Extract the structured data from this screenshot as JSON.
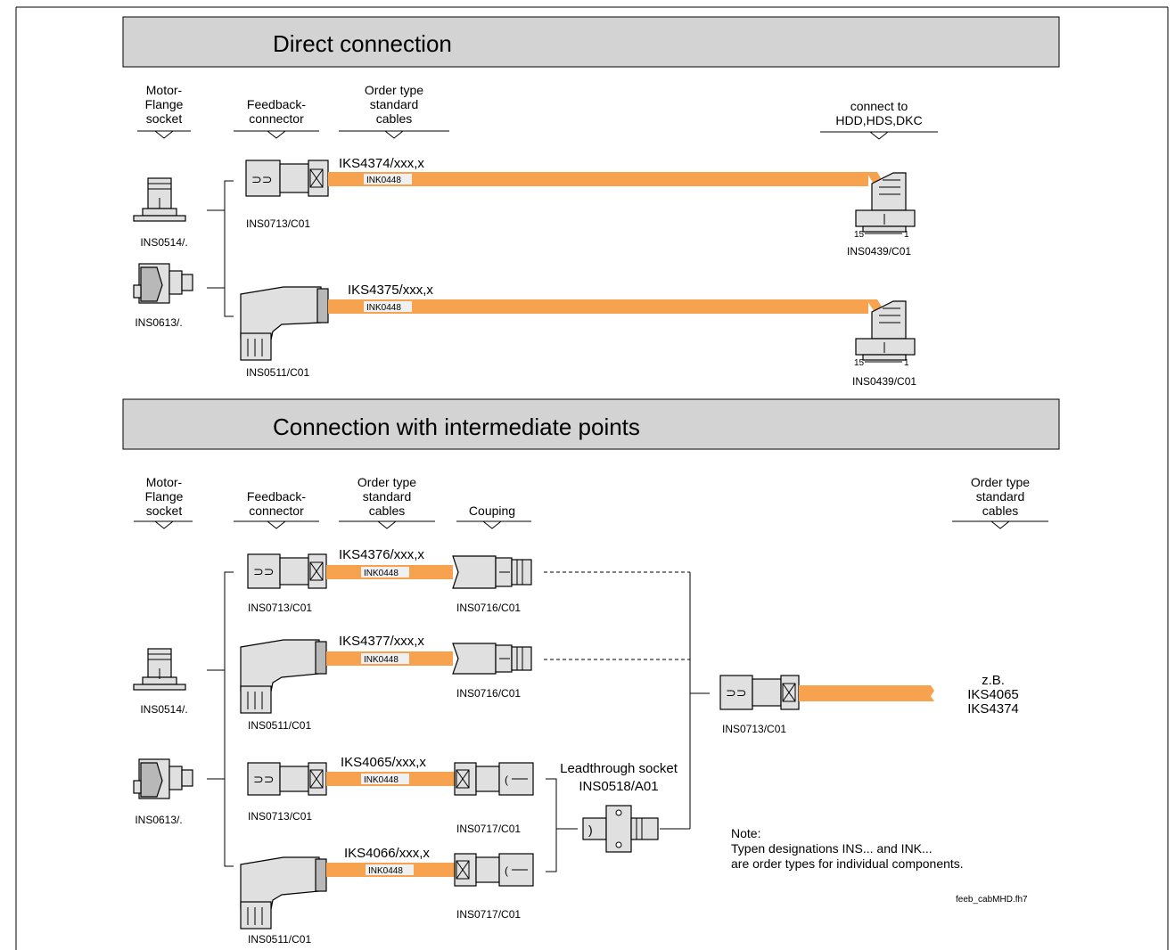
{
  "sections": {
    "direct_title": "Direct connection",
    "intermediate_title": "Connection with intermediate points"
  },
  "headers": {
    "motor_flange": [
      "Motor-",
      "Flange",
      "socket"
    ],
    "feedback": [
      "Feedback-",
      "connector"
    ],
    "order_type": [
      "Order type",
      "standard",
      "cables"
    ],
    "connect_to": [
      "connect to",
      "HDD,HDS,DKC"
    ],
    "couping": "Couping"
  },
  "direct": {
    "socket_straight": "INS0514/.",
    "socket_angled": "INS0613/.",
    "row1": {
      "cable": "IKS4374/xxx,x",
      "ink": "INK0448",
      "connector": "INS0713/C01",
      "end": "INS0439/C01"
    },
    "row2": {
      "cable": "IKS4375/xxx,x",
      "ink": "INK0448",
      "connector": "INS0511/C01",
      "end": "INS0439/C01"
    },
    "pin_left": "15",
    "pin_right": "1"
  },
  "intermediate": {
    "socket_straight": "INS0514/.",
    "socket_angled": "INS0613/.",
    "rows": [
      {
        "cable": "IKS4376/xxx,x",
        "ink": "INK0448",
        "connector": "INS0713/C01",
        "coupling": "INS0716/C01"
      },
      {
        "cable": "IKS4377/xxx,x",
        "ink": "INK0448",
        "connector": "INS0511/C01",
        "coupling": "INS0716/C01"
      },
      {
        "cable": "IKS4065/xxx,x",
        "ink": "INK0448",
        "connector": "INS0713/C01",
        "coupling": "INS0717/C01"
      },
      {
        "cable": "IKS4066/xxx,x",
        "ink": "INK0448",
        "connector": "INS0511/C01",
        "coupling": "INS0717/C01"
      }
    ],
    "leadthrough": [
      "Leadthrough socket",
      "INS0518/A01"
    ],
    "final_connector": "INS0713/C01",
    "example": [
      "z.B.",
      "IKS4065",
      "IKS4374"
    ]
  },
  "note": {
    "lines": [
      "Note:",
      "Typen designations INS... and INK...",
      "are order types for individual components."
    ]
  },
  "file_ref": "feeb_cabMHD.fh7",
  "colors": {
    "cable": "#f6a24f",
    "banner": "#d3d3d3",
    "part": "#e0e0e0"
  }
}
